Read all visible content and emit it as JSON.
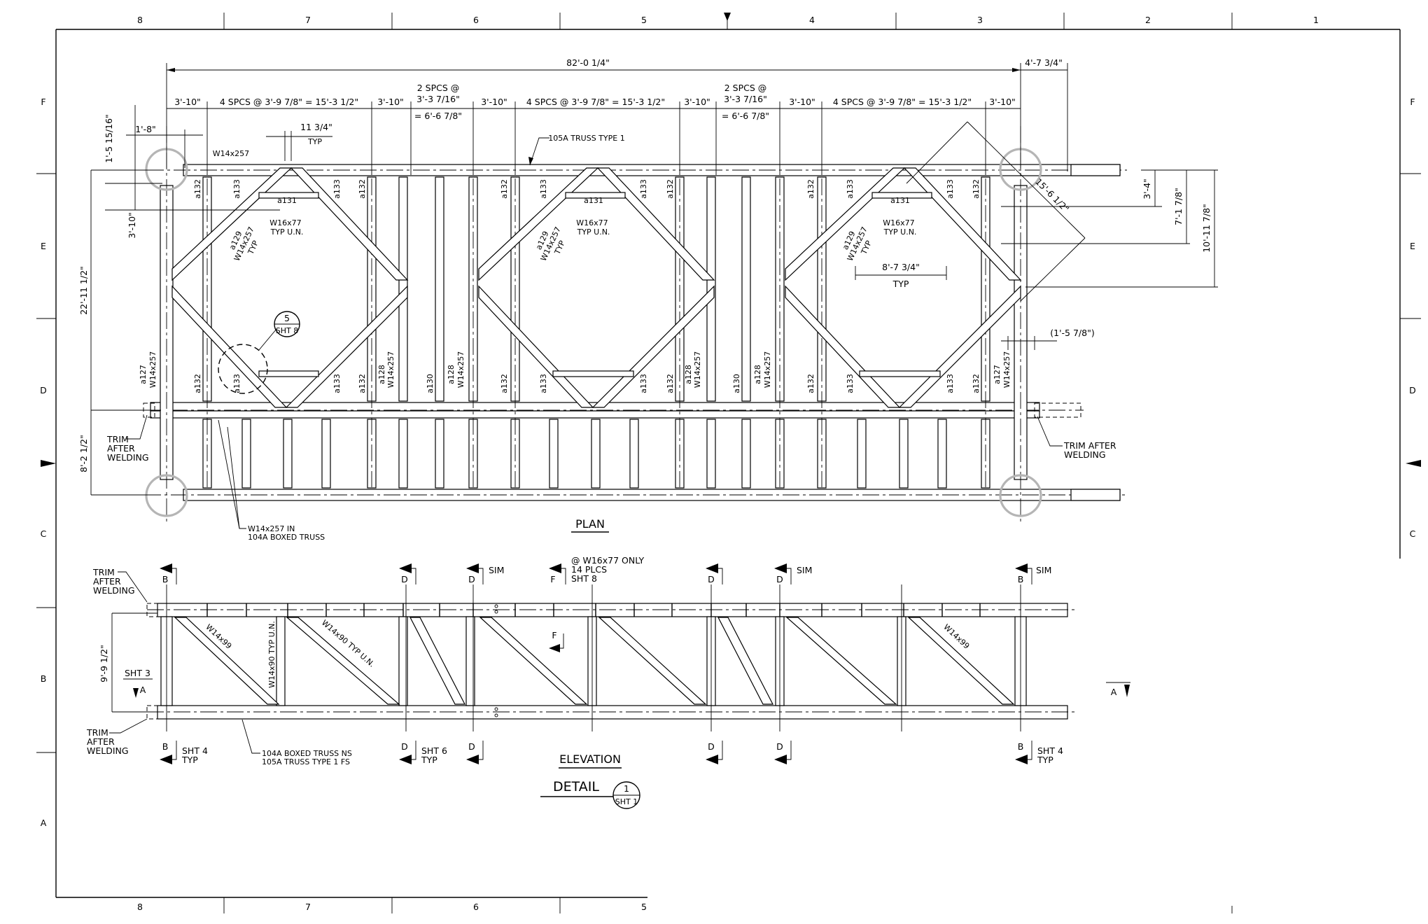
{
  "border": {
    "zones_top": [
      "8",
      "7",
      "6",
      "5",
      "4",
      "3",
      "2",
      "1"
    ],
    "zones_bottom": [
      "8",
      "7",
      "6",
      "5"
    ],
    "rows": [
      "F",
      "E",
      "D",
      "C",
      "B",
      "A"
    ]
  },
  "plan": {
    "title": "PLAN",
    "overall_dim": "82'-0 1/4\"",
    "right_overhang_dim": "4'-7 3/4\"",
    "bay_dims": [
      "3'-10\"",
      "4 SPCS @ 3'-9 7/8\" = 15'-3 1/2\"",
      "3'-10\"",
      "2 SPCS @",
      "3'-3 7/16\"",
      "= 6'-6 7/8\"",
      "3'-10\"",
      "4 SPCS @ 3'-9 7/8\" = 15'-3 1/2\"",
      "3'-10\"",
      "2 SPCS @",
      "3'-3 7/16\"",
      "= 6'-6 7/8\"",
      "3'-10\"",
      "4 SPCS @ 3'-9 7/8\" = 15'-3 1/2\"",
      "3'-10\""
    ],
    "dim_1_8": "1'-8\"",
    "dim_11_34": "11 3/4\"",
    "typ": "TYP",
    "dim_1_5_15_16": "1'-5 15/16\"",
    "dim_3_10": "3'-10\"",
    "dim_22_11_12": "22'-11 1/2\"",
    "dim_8_2_12": "8'-2 1/2\"",
    "dim_3_4": "3'-4\"",
    "dim_7_1_78": "7'-1 7/8\"",
    "dim_10_11_78": "10'-11 7/8\"",
    "dim_15_6_12": "15'-6 1/2\"",
    "dim_8_7_34": "8'-7 3/4\"",
    "dim_1_5_78": "(1'-5 7/8\")",
    "truss_type_note": "105A TRUSS TYPE 1",
    "member_w14x257": "W14x257",
    "member_w16x77": "W16x77",
    "typ_un": "TYP U.N.",
    "mark_a131": "a131",
    "mark_a132": "a132",
    "mark_a133": "a133",
    "mark_a130": "a130",
    "mark_a129": "a129",
    "mark_a128": "a128",
    "mark_a127": "a127",
    "detail_bubble_num": "5",
    "detail_bubble_sht": "SHT 8",
    "trim_left": [
      "TRIM",
      "AFTER",
      "WELDING"
    ],
    "trim_right": [
      "TRIM  AFTER",
      "WELDING"
    ],
    "boxed_note": [
      "W14x257 IN",
      "104A  BOXED TRUSS"
    ]
  },
  "elevation": {
    "title": "ELEVATION",
    "detail_title": "DETAIL",
    "detail_num": "1",
    "detail_sht": "SHT 1",
    "height_dim": "9'-9 1/2\"",
    "trim_top": [
      "TRIM",
      "AFTER",
      "WELDING"
    ],
    "trim_bottom": [
      "TRIM",
      "AFTER",
      "WELDING"
    ],
    "sht3": "SHT  3",
    "section_a": "A",
    "section_b": "B",
    "section_d": "D",
    "section_f": "F",
    "sim": "SIM",
    "f_note": [
      "@ W16x77  ONLY",
      "14  PLCS",
      "SHT  8"
    ],
    "sht4_typ": [
      "SHT  4",
      "TYP"
    ],
    "sht6_typ": [
      "SHT  6",
      "TYP"
    ],
    "boxed_note": [
      "104A  BOXED TRUSS NS",
      "105A  TRUSS TYPE 1  FS"
    ],
    "diag_w14x99": "W14x99",
    "diag_w14x90": "W14x90 TYP U.N.",
    "vert_w14x90": "W14x90 TYP U.N."
  }
}
